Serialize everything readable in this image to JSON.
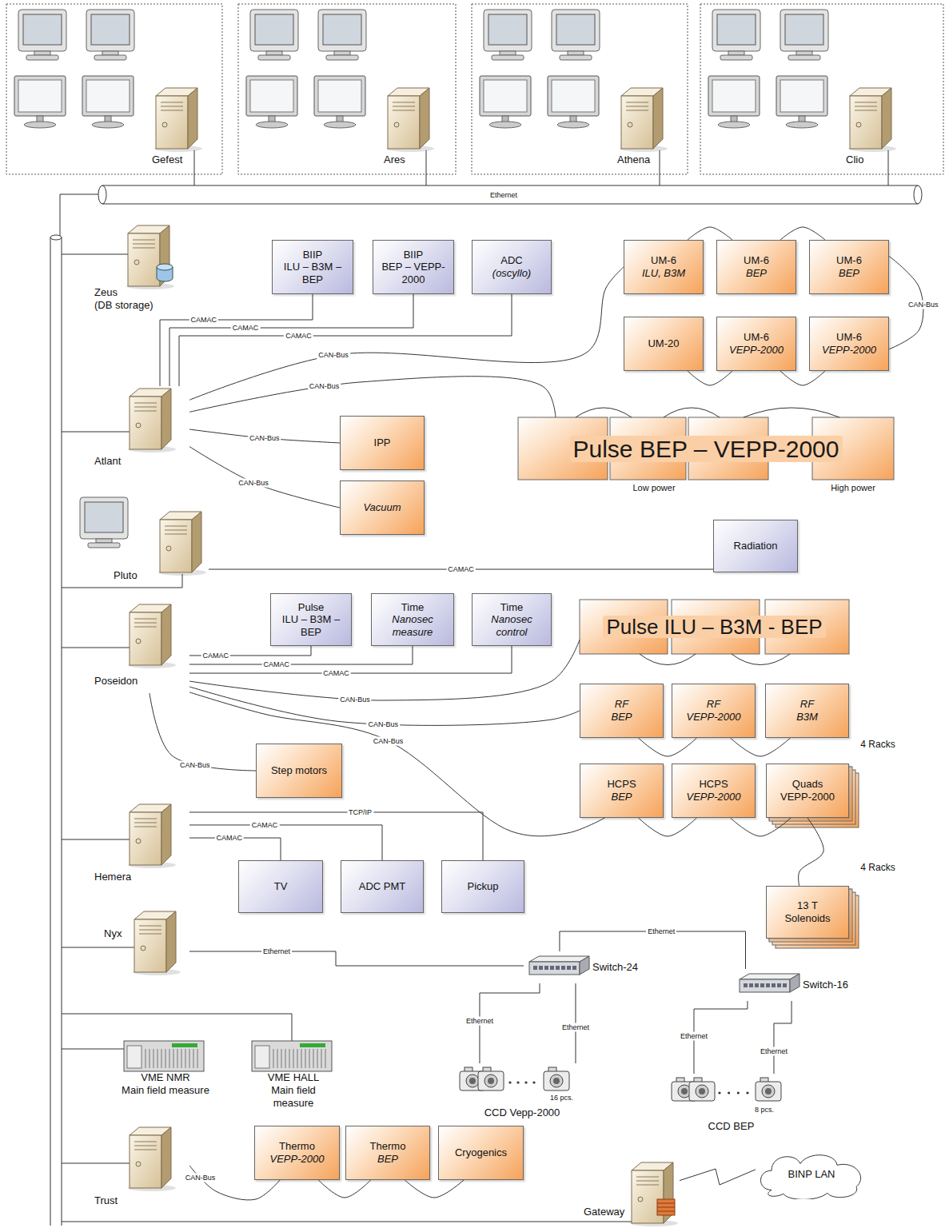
{
  "diagram": {
    "nodes": [
      {
        "text": [
          "Gefest"
        ]
      },
      {
        "text": [
          "Ares"
        ]
      },
      {
        "text": [
          "Athena"
        ]
      },
      {
        "text": [
          "Clio"
        ]
      },
      {
        "text": [
          "Zeus",
          "(DB storage)"
        ]
      },
      {
        "text": [
          "BIIP",
          "ILU – B3M – BEP"
        ]
      },
      {
        "text": [
          "BIIP",
          "BEP – VEPP-2000"
        ]
      },
      {
        "text": [
          "ADC",
          "(oscyllo)"
        ]
      },
      {
        "text": [
          "UM-6",
          "ILU, B3M"
        ]
      },
      {
        "text": [
          "UM-6",
          "BEP"
        ]
      },
      {
        "text": [
          "UM-6",
          "BEP"
        ]
      },
      {
        "text": [
          "UM-20"
        ]
      },
      {
        "text": [
          "UM-6",
          "VEPP-2000"
        ]
      },
      {
        "text": [
          "UM-6",
          "VEPP-2000"
        ]
      },
      {
        "text": [
          "Atlant"
        ]
      },
      {
        "text": [
          "Pulse BEP – VEPP-2000"
        ]
      },
      {
        "text": [
          "IPP"
        ]
      },
      {
        "text": [
          "Vacuum"
        ]
      },
      {
        "text": [
          "Pluto"
        ]
      },
      {
        "text": [
          "Radiation"
        ]
      },
      {
        "text": [
          "Poseidon"
        ]
      },
      {
        "text": [
          "Pulse",
          "ILU – B3M – BEP"
        ]
      },
      {
        "text": [
          "Time",
          "Nanosec measure"
        ]
      },
      {
        "text": [
          "Time",
          "Nanosec control"
        ]
      },
      {
        "text": [
          "Pulse ILU – B3M - BEP"
        ]
      },
      {
        "text": [
          "RF",
          "BEP"
        ]
      },
      {
        "text": [
          "RF",
          "VEPP-2000"
        ]
      },
      {
        "text": [
          "RF",
          "B3M"
        ]
      },
      {
        "text": [
          "Step motors"
        ]
      },
      {
        "text": [
          "HCPS",
          "BEP"
        ]
      },
      {
        "text": [
          "HCPS",
          "VEPP-2000"
        ]
      },
      {
        "text": [
          "Quads",
          "VEPP-2000"
        ]
      },
      {
        "text": [
          "Hemera"
        ]
      },
      {
        "text": [
          "TV"
        ]
      },
      {
        "text": [
          "ADC PMT"
        ]
      },
      {
        "text": [
          "Pickup"
        ]
      },
      {
        "text": [
          "13 T",
          "Solenoids"
        ]
      },
      {
        "text": [
          "Nyx"
        ]
      },
      {
        "text": [
          "Switch-24"
        ]
      },
      {
        "text": [
          "Switch-16"
        ]
      },
      {
        "text": [
          "VME NMR",
          "Main field measure"
        ]
      },
      {
        "text": [
          "VME HALL",
          "Main field measure"
        ]
      },
      {
        "text": [
          "16 pcs.",
          "CCD Vepp-2000"
        ]
      },
      {
        "text": [
          "8 pcs.",
          "CCD BEP"
        ]
      },
      {
        "text": [
          "Trust"
        ]
      },
      {
        "text": [
          "Thermo",
          "VEPP-2000"
        ]
      },
      {
        "text": [
          "Thermo",
          "BEP"
        ]
      },
      {
        "text": [
          "Cryogenics"
        ]
      },
      {
        "text": [
          "Gateway"
        ]
      },
      {
        "text": [
          "BINP LAN"
        ]
      }
    ],
    "edges": [
      {
        "from": 14,
        "to": 5,
        "label": "CAMAC",
        "arrow": "none"
      },
      {
        "from": 14,
        "to": 6,
        "label": "CAMAC",
        "arrow": "none"
      },
      {
        "from": 14,
        "to": 7,
        "label": "CAMAC",
        "arrow": "none"
      },
      {
        "from": 14,
        "to": 8,
        "label": "CAN-Bus",
        "arrow": "none"
      },
      {
        "from": 14,
        "to": 15,
        "label": "CAN-Bus",
        "arrow": "none"
      },
      {
        "from": 14,
        "to": 16,
        "label": "CAN-Bus",
        "arrow": "none"
      },
      {
        "from": 14,
        "to": 17,
        "label": "CAN-Bus",
        "arrow": "none"
      },
      {
        "from": 18,
        "to": 19,
        "label": "CAMAC",
        "arrow": "none"
      },
      {
        "from": 20,
        "to": 21,
        "label": "CAMAC",
        "arrow": "none"
      },
      {
        "from": 20,
        "to": 22,
        "label": "CAMAC",
        "arrow": "none"
      },
      {
        "from": 20,
        "to": 23,
        "label": "CAMAC",
        "arrow": "none"
      },
      {
        "from": 20,
        "to": 24,
        "label": "CAN-Bus",
        "arrow": "none"
      },
      {
        "from": 20,
        "to": 25,
        "label": "CAN-Bus",
        "arrow": "none"
      },
      {
        "from": 20,
        "to": 29,
        "label": "CAN-Bus",
        "arrow": "none"
      },
      {
        "from": 20,
        "to": 28,
        "label": "CAN-Bus",
        "arrow": "none"
      },
      {
        "from": 31,
        "to": 36,
        "arrow": "none"
      },
      {
        "from": 32,
        "to": 33,
        "label": "CAMAC",
        "arrow": "none"
      },
      {
        "from": 32,
        "to": 34,
        "label": "CAMAC",
        "arrow": "none"
      },
      {
        "from": 32,
        "to": 35,
        "label": "TCP/IP",
        "arrow": "none"
      },
      {
        "from": 37,
        "to": 38,
        "label": "Ethernet",
        "arrow": "none"
      },
      {
        "from": 38,
        "to": 39,
        "label": "Ethernet",
        "arrow": "none"
      },
      {
        "from": 38,
        "to": 42,
        "label": "Ethernet",
        "arrow": "none"
      },
      {
        "from": 38,
        "to": 42,
        "label": "Ethernet",
        "arrow": "none"
      },
      {
        "from": 39,
        "to": 43,
        "label": "Ethernet",
        "arrow": "none"
      },
      {
        "from": 39,
        "to": 43,
        "label": "Ethernet",
        "arrow": "none"
      },
      {
        "from": 44,
        "to": 45,
        "label": "CAN-Bus",
        "arrow": "none"
      },
      {
        "from": 48,
        "to": 49,
        "arrow": "none"
      },
      {
        "from": 8,
        "to": 9,
        "arrow": "none"
      },
      {
        "from": 9,
        "to": 10,
        "arrow": "none"
      },
      {
        "from": 10,
        "to": 13,
        "label": "CAN-Bus",
        "arrow": "none"
      },
      {
        "from": 13,
        "to": 12,
        "arrow": "none"
      },
      {
        "from": 12,
        "to": 11,
        "arrow": "none"
      },
      {
        "from": 25,
        "to": 26,
        "arrow": "none"
      },
      {
        "from": 26,
        "to": 27,
        "arrow": "none"
      },
      {
        "from": 29,
        "to": 30,
        "arrow": "none"
      },
      {
        "from": 30,
        "to": 31,
        "arrow": "none"
      },
      {
        "from": 45,
        "to": 46,
        "arrow": "none"
      },
      {
        "from": 46,
        "to": 47,
        "arrow": "none"
      }
    ],
    "labels": [
      "Ethernet",
      "Low power",
      "High power",
      "4 Racks",
      "4 Racks"
    ]
  }
}
